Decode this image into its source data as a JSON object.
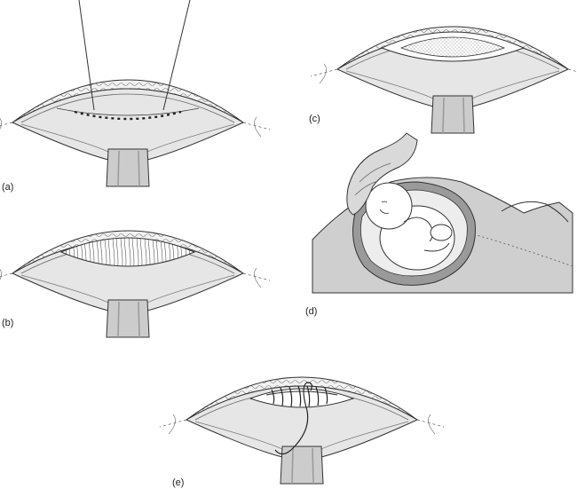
{
  "panels": [
    {
      "id": "a",
      "label": "(a)"
    },
    {
      "id": "b",
      "label": "(b)"
    },
    {
      "id": "c",
      "label": "(c)"
    },
    {
      "id": "d",
      "label": "(d)"
    },
    {
      "id": "e",
      "label": "(e)"
    }
  ],
  "colors": {
    "line": "#333333",
    "tissue_light": "#e8e8e8",
    "tissue_mid": "#cfcfcf",
    "tissue_dark": "#a9a9a9",
    "fill_white": "#ffffff"
  }
}
